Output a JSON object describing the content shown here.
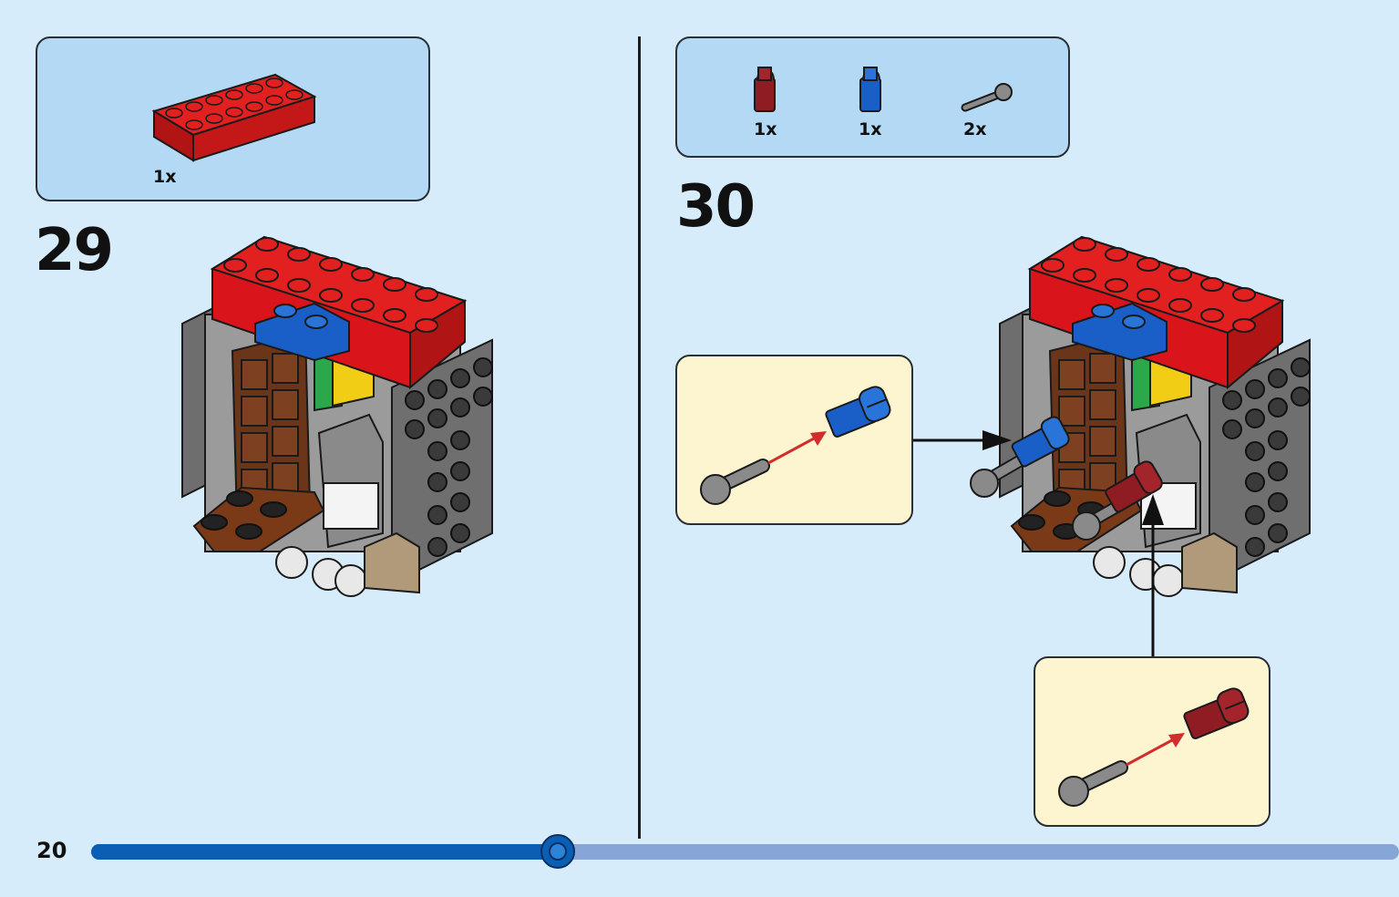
{
  "page": {
    "number": "20",
    "progress": 0.357
  },
  "steps": [
    {
      "number": "29",
      "parts": [
        {
          "name": "red 2x6 brick",
          "qty": "1x"
        }
      ]
    },
    {
      "number": "30",
      "parts": [
        {
          "name": "dark red clip",
          "qty": "1x"
        },
        {
          "name": "blue clip",
          "qty": "1x"
        },
        {
          "name": "grey bar with ball",
          "qty": "2x"
        }
      ]
    }
  ],
  "colors": {
    "background": "#d6ecfa",
    "parts_box": "#b3d9f4",
    "callout": "#fdf5cf",
    "red": "#d9141b",
    "blue": "#1a5fc8",
    "dark_red": "#8e1c22",
    "progress": "#0a5fb4"
  }
}
